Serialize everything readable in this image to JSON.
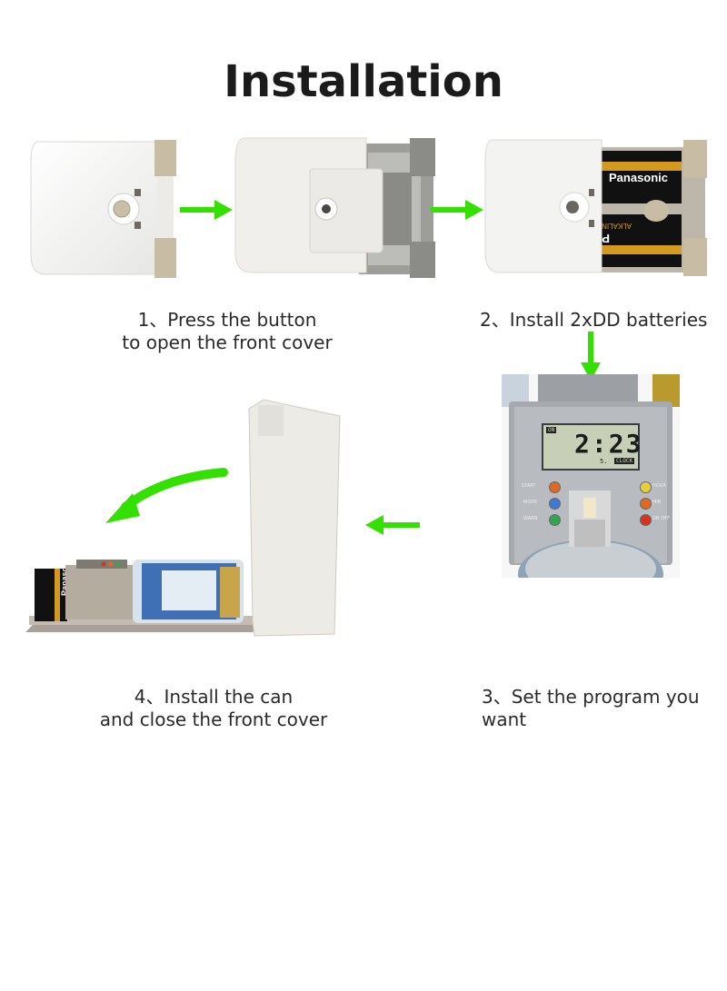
{
  "title": "Installation",
  "steps": [
    {
      "number": "1",
      "caption": "1、Press the button\nto open the front cover"
    },
    {
      "number": "2",
      "caption": "2、Install 2xDD batteries"
    },
    {
      "number": "3",
      "caption": "3、Set the program you\nwant"
    },
    {
      "number": "4",
      "caption": "4、Install the can\nand close the front cover"
    }
  ],
  "battery_brand": "Panasonic",
  "battery_type": "ALKALINE",
  "device_panel": {
    "clock": "2:23",
    "small_digit": "5.",
    "on_label": "ON",
    "clock_label": "CLOCK",
    "button_labels_left": [
      "START",
      "MODE",
      "WARN"
    ],
    "button_labels_right": [
      "HOUR",
      "MIN",
      "ON OFF"
    ]
  },
  "colors": {
    "arrow": "#33e000",
    "device_white": "#f4f4f2",
    "device_tan": "#c9bca4",
    "lcd_bg": "#c7cfb6",
    "panel_metal": "#a6a9ad"
  }
}
